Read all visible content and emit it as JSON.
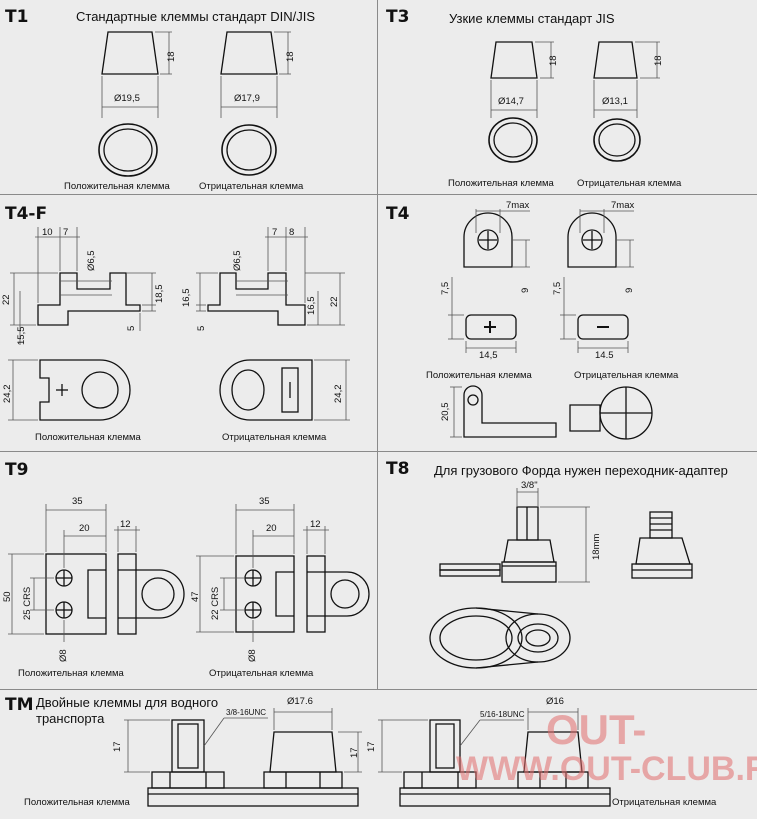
{
  "t1": {
    "code": "T1",
    "title": "Стандартные клеммы стандарт DIN/JIS",
    "dim_height_left": "18",
    "dim_height_right": "18",
    "dim_dia_positive": "Ø19,5",
    "dim_dia_negative": "Ø17,9",
    "caption_positive": "Положительная клемма",
    "caption_negative": "Отрицательная клемма"
  },
  "t3": {
    "code": "T3",
    "title": "Узкие клеммы  стандарт JIS",
    "dim_height_left": "18",
    "dim_height_right": "18",
    "dim_dia_positive": "Ø14,7",
    "dim_dia_negative": "Ø13,1",
    "caption_positive": "Положительная клемма",
    "caption_negative": "Отрицательная клемма"
  },
  "t4f": {
    "code": "T4-F",
    "left_top_a": "10",
    "left_top_b": "7",
    "left_dia": "Ø6,5",
    "left_h_22": "22",
    "left_h_155": "15,5",
    "left_h_185": "18,5",
    "left_h_5": "5",
    "left_bottom_h": "24,2",
    "right_top_a": "7",
    "right_top_b": "8",
    "right_dia": "Ø6,5",
    "right_h_165a": "16,5",
    "right_h_5": "5",
    "right_h_165b": "16,5",
    "right_h_22": "22",
    "right_bottom_h": "24,2",
    "caption_positive": "Положительная клемма",
    "caption_negative": "Отрицательная клемма"
  },
  "t4": {
    "code": "T4",
    "dim_7max_left": "7max",
    "dim_7max_right": "7max",
    "dim_9_left": "9",
    "dim_9_right": "9",
    "dim_75_left": "7,5",
    "dim_75_right": "7,5",
    "dim_145_left": "14,5",
    "dim_145_right": "14.5",
    "dim_205": "20,5",
    "caption_positive": "Положительная клемма",
    "caption_negative": "Отрицательная клемма"
  },
  "t9": {
    "code": "T9",
    "left_35": "35",
    "left_20": "20",
    "left_12": "12",
    "left_50": "50",
    "left_25": "25 CRS",
    "left_d8": "Ø8",
    "right_35": "35",
    "right_20": "20",
    "right_12": "12",
    "right_47": "47",
    "right_22": "22 CRS",
    "right_d8": "Ø8",
    "caption_positive": "Положительная клемма",
    "caption_negative": "Отрицательная клемма"
  },
  "t8": {
    "code": "T8",
    "title": "Для грузового Форда нужен переходник-адаптер",
    "dim_38": "3/8\"",
    "dim_18mm": "18mm"
  },
  "tm": {
    "code": "TM",
    "title_line1": "Двойные клеммы для водного",
    "title_line2": "транспорта",
    "left_17a": "17",
    "left_thread": "3/8-16UNC",
    "left_dia": "Ø17.6",
    "left_17b": "17",
    "right_17": "17",
    "right_thread": "5/16-18UNC",
    "right_dia": "Ø16",
    "caption_positive": "Положительная клемма",
    "caption_negative": "Отрицательная клемма"
  },
  "watermark": {
    "line1": "OUT-",
    "line2": "WWW.OUT-CLUB.RU",
    "color": "#e06e6e"
  },
  "colors": {
    "panel": "#ececec",
    "border": "#8a8a8a",
    "ink": "#111111"
  }
}
